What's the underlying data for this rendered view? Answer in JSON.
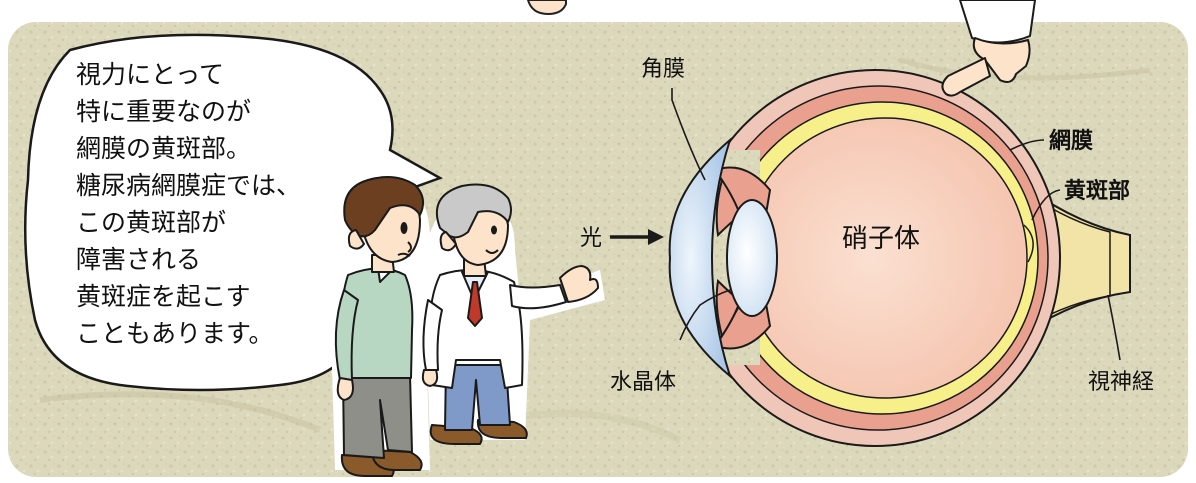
{
  "speech_bubble": {
    "lines": [
      "視力にとって",
      "特に重要なのが",
      "網膜の黄斑部。",
      "糖尿病網膜症では、",
      "この黄斑部が",
      "障害される",
      "黄斑症を起こす",
      "こともあります。"
    ]
  },
  "labels": {
    "cornea": "角膜",
    "retina": "網膜",
    "macula": "黄斑部",
    "light": "光",
    "vitreous": "硝子体",
    "lens": "水晶体",
    "optic_nerve": "視神経"
  },
  "colors": {
    "background": "#d9d5b7",
    "retina_yellow": "#f6ef8a",
    "sclera_pink": "#e9a08e",
    "vitreous_peach": "#f8d2c0",
    "cornea_blue": "#bcd3ec",
    "shirt_green": "#b8d7c2",
    "trousers_blue": "#7f9ac8"
  }
}
